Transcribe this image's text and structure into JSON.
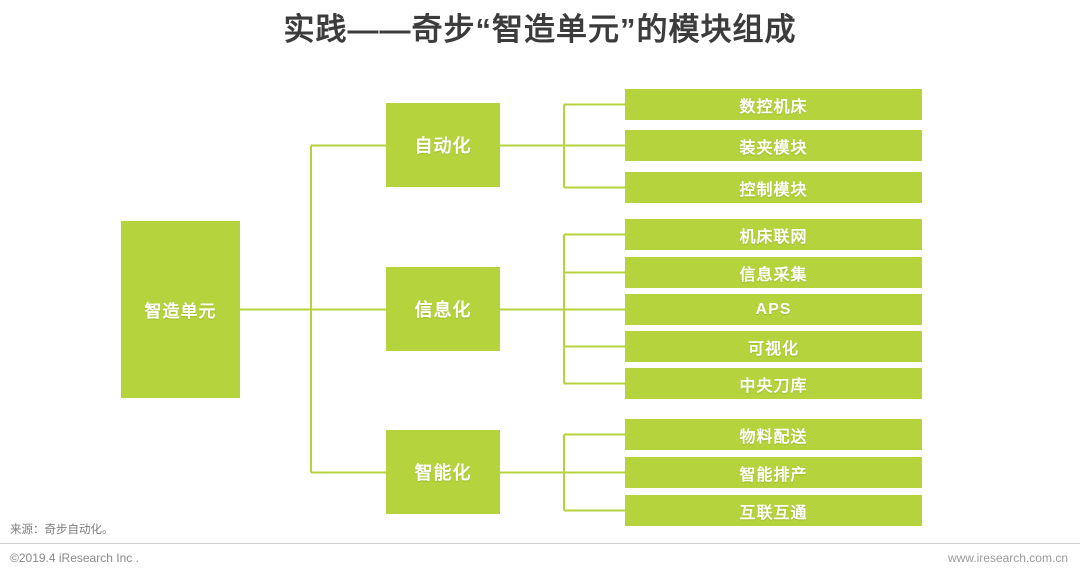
{
  "header": {
    "title": "实践——奇步“智造单元”的模块组成"
  },
  "diagram": {
    "type": "tree",
    "accent_color": "#b4d33c",
    "connector_color": "#b4d33c",
    "text_color": "#ffffff",
    "root": {
      "label": "智造单元"
    },
    "branches": [
      {
        "label": "自动化",
        "leaves": [
          {
            "label": "数控机床"
          },
          {
            "label": "装夹模块"
          },
          {
            "label": "控制模块"
          }
        ]
      },
      {
        "label": "信息化",
        "leaves": [
          {
            "label": "机床联网"
          },
          {
            "label": "信息采集"
          },
          {
            "label": "APS"
          },
          {
            "label": "可视化"
          },
          {
            "label": "中央刀库"
          }
        ]
      },
      {
        "label": "智能化",
        "leaves": [
          {
            "label": "物料配送"
          },
          {
            "label": "智能排产"
          },
          {
            "label": "互联互通"
          }
        ]
      }
    ]
  },
  "footer": {
    "source": "来源：奇步自动化。",
    "copyright": "©2019.4 iResearch Inc .",
    "website": "www.iresearch.com.cn"
  }
}
